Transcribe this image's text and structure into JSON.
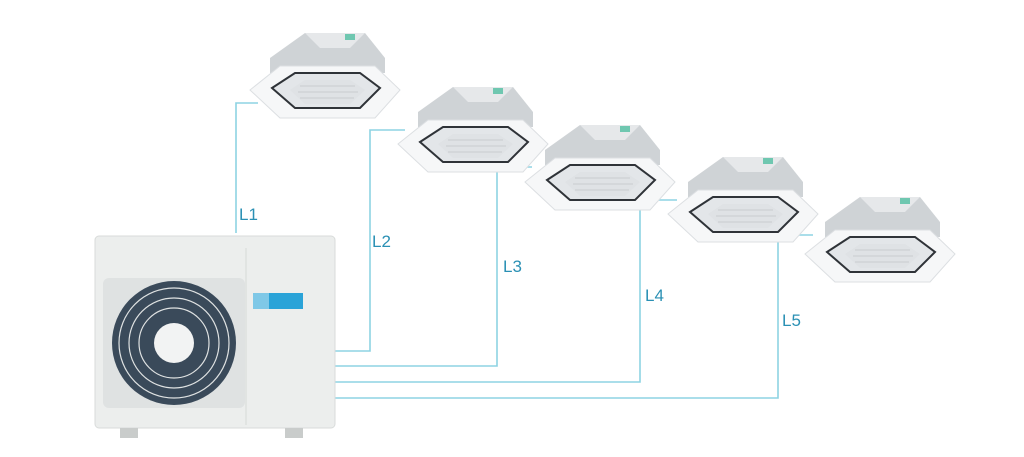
{
  "diagram": {
    "lines": [
      {
        "label": "L1"
      },
      {
        "label": "L2"
      },
      {
        "label": "L3"
      },
      {
        "label": "L4"
      },
      {
        "label": "L5"
      }
    ],
    "colors": {
      "pipe": "#8dd3e3",
      "label": "#2a90b4",
      "unit_body": "#eceeed",
      "fan": "#3a4a5a",
      "logo": "#2aa3d8"
    }
  }
}
